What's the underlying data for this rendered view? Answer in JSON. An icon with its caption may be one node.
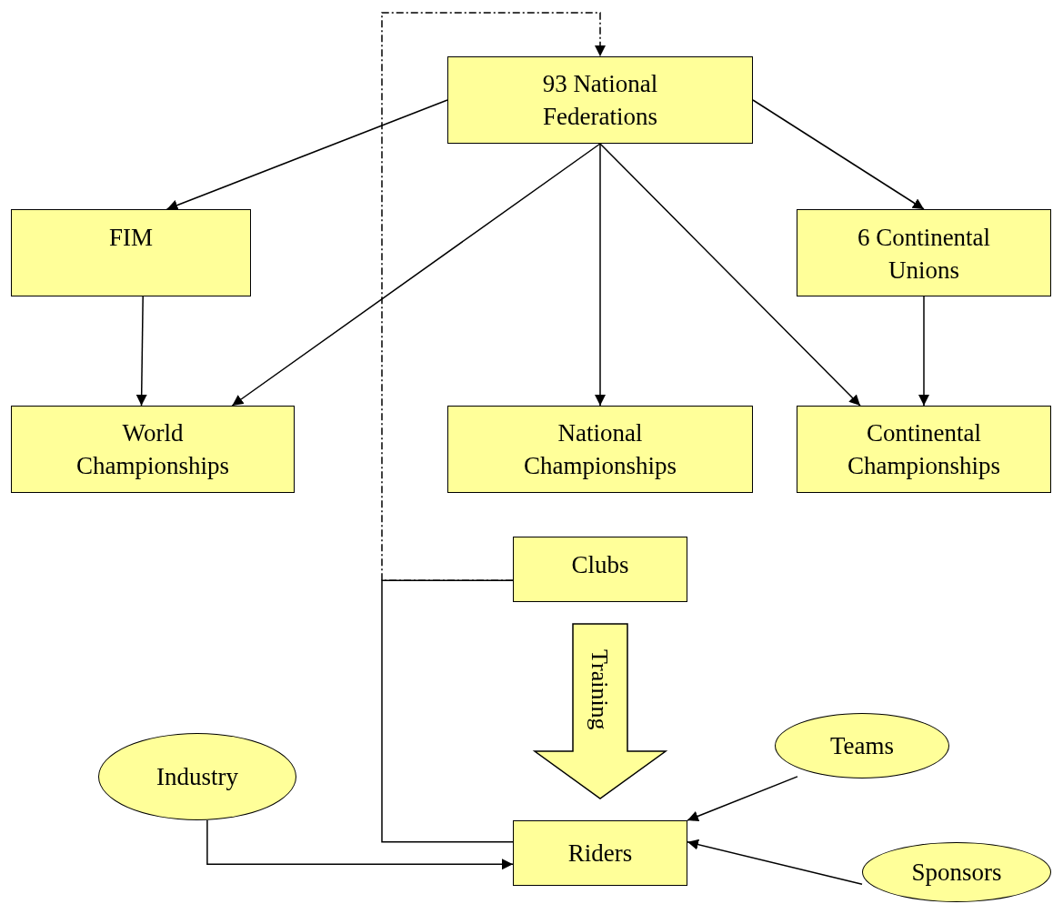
{
  "diagram": {
    "nodes": [
      {
        "text": [
          "93 National Federations"
        ]
      },
      {
        "text": [
          "FIM"
        ]
      },
      {
        "text": [
          "6 Continental Unions"
        ]
      },
      {
        "text": [
          "World Championships"
        ]
      },
      {
        "text": [
          "National Championships"
        ]
      },
      {
        "text": [
          "Continental Championships"
        ]
      },
      {
        "text": [
          "Clubs"
        ]
      },
      {
        "text": [
          "Industry"
        ]
      },
      {
        "text": [
          "Teams"
        ]
      },
      {
        "text": [
          "Riders"
        ]
      },
      {
        "text": [
          "Sponsors"
        ]
      }
    ],
    "edges": [
      {
        "from": 0,
        "to": 1,
        "arrow": "to"
      },
      {
        "from": 0,
        "to": 3,
        "arrow": "to"
      },
      {
        "from": 0,
        "to": 4,
        "arrow": "to"
      },
      {
        "from": 0,
        "to": 5,
        "arrow": "to"
      },
      {
        "from": 0,
        "to": 2,
        "arrow": "to"
      },
      {
        "from": 1,
        "to": 3,
        "arrow": "to"
      },
      {
        "from": 2,
        "to": 5,
        "arrow": "to"
      },
      {
        "from": 6,
        "to": 0,
        "arrow": "to",
        "style": "dashed"
      },
      {
        "from": 9,
        "to": 6,
        "arrow": "none"
      },
      {
        "from": 6,
        "to": 9,
        "arrow": "to",
        "style": "thick",
        "label": "Training"
      },
      {
        "from": 7,
        "to": 9,
        "arrow": "to"
      },
      {
        "from": 8,
        "to": 9,
        "arrow": "to"
      },
      {
        "from": 10,
        "to": 9,
        "arrow": "to"
      }
    ]
  }
}
